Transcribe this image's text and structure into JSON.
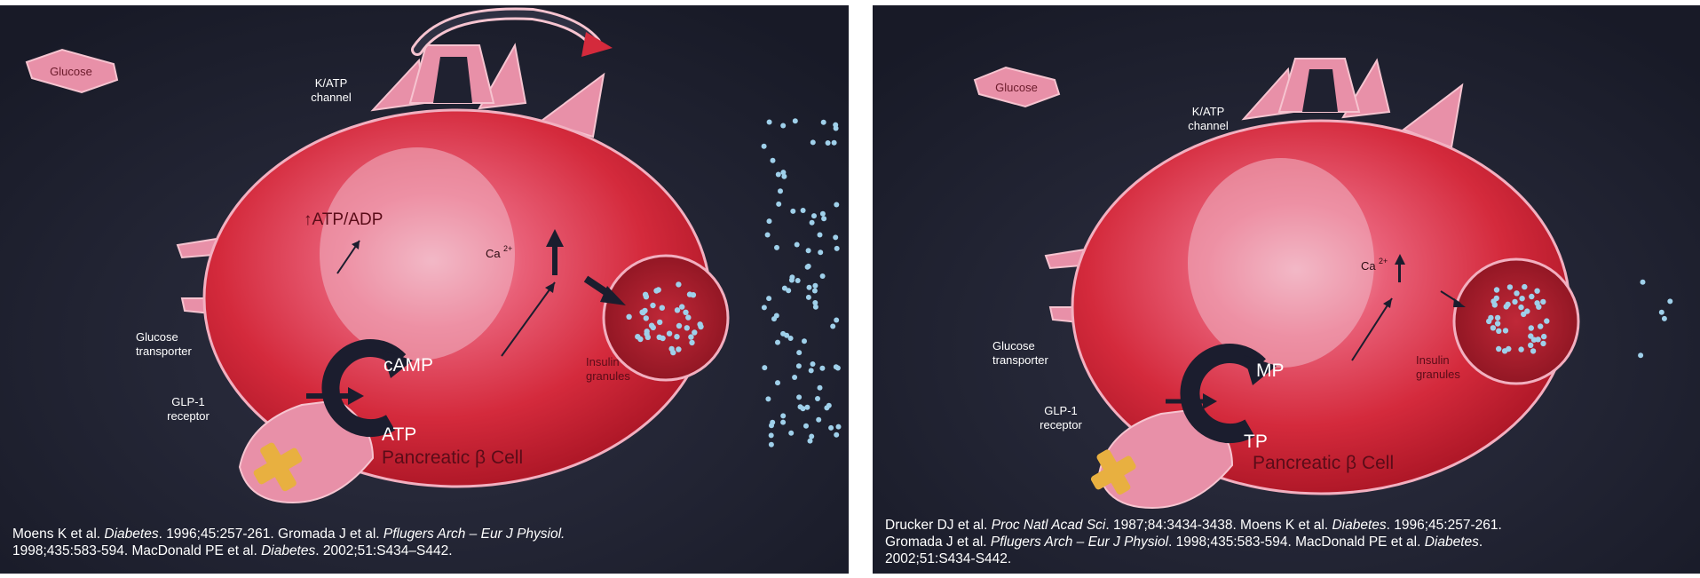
{
  "left": {
    "labels": {
      "glucose": "Glucose",
      "katp": [
        "K/ATP",
        "channel"
      ],
      "atp_adp": "↑ATP/ADP",
      "ca": "Ca",
      "ca_sup": "2+",
      "glucose_transporter": [
        "Glucose",
        "transporter"
      ],
      "glp1": [
        "GLP-1",
        "receptor"
      ],
      "camp": "cAMP",
      "atp": "ATP",
      "insulin": [
        "Insulin",
        "granules"
      ],
      "cell": "Pancreatic β Cell"
    },
    "citation": [
      {
        "t": "Moens K et al. "
      },
      {
        "t": "Diabetes",
        "i": true
      },
      {
        "t": ". 1996;45:257-261. Gromada J et al. "
      },
      {
        "t": "Pflugers Arch – Eur J Physiol.",
        "i": true
      },
      {
        "br": true
      },
      {
        "t": "1998;435:583-594. MacDonald PE et al. "
      },
      {
        "t": "Diabetes",
        "i": true
      },
      {
        "t": ". 2002;51:S434–S442."
      }
    ]
  },
  "right": {
    "labels": {
      "glucose": "Glucose",
      "katp": [
        "K/ATP",
        "channel"
      ],
      "ca": "Ca",
      "ca_sup": "2+",
      "glucose_transporter": [
        "Glucose",
        "transporter"
      ],
      "glp1": [
        "GLP-1",
        "receptor"
      ],
      "camp": "MP",
      "atp": "TP",
      "insulin": [
        "Insulin",
        "granules"
      ],
      "cell": "Pancreatic β Cell"
    },
    "citation": [
      {
        "t": "Drucker DJ et al. "
      },
      {
        "t": "Proc Natl Acad Sci",
        "i": true
      },
      {
        "t": ". 1987;84:3434-3438. Moens K et al. "
      },
      {
        "t": "Diabetes",
        "i": true
      },
      {
        "t": ". 1996;45:257-261."
      },
      {
        "br": true
      },
      {
        "t": "Gromada J et al. "
      },
      {
        "t": "Pflugers Arch – Eur J Physiol",
        "i": true
      },
      {
        "t": ". 1998;435:583-594. MacDonald PE et al. "
      },
      {
        "t": "Diabetes",
        "i": true
      },
      {
        "t": "."
      },
      {
        "br": true
      },
      {
        "t": "2002;51:S434-S442."
      }
    ]
  },
  "colors": {
    "background": "#1f2130",
    "cell_red": "#d42a3c",
    "cell_pink": "#e890a8",
    "granule": "#9fd0ea",
    "accent_yellow": "#e8b040",
    "arrow_dark": "#1b1d2e"
  }
}
